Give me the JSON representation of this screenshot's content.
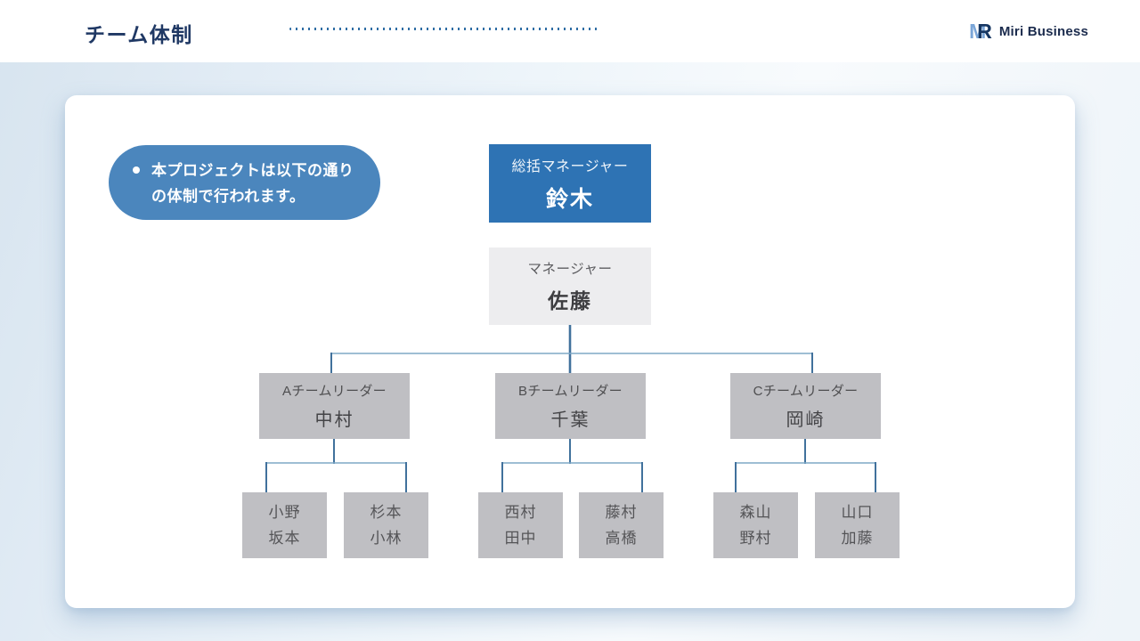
{
  "header": {
    "title": "チーム体制",
    "brand": {
      "monogram": "MR",
      "name": "Miri Business"
    }
  },
  "callout": {
    "lines": [
      "本プロジェクトは以下の通り",
      "の体制で行われます。"
    ]
  },
  "org_chart": {
    "general_manager": {
      "role": "総括マネージャー",
      "name": "鈴木"
    },
    "manager": {
      "role": "マネージャー",
      "name": "佐藤"
    },
    "leaders": [
      {
        "role": "Aチームリーダー",
        "name": "中村"
      },
      {
        "role": "Bチームリーダー",
        "name": "千葉"
      },
      {
        "role": "Cチームリーダー",
        "name": "岡崎"
      }
    ],
    "members": [
      {
        "names": [
          "小野",
          "坂本"
        ]
      },
      {
        "names": [
          "杉本",
          "小林"
        ]
      },
      {
        "names": [
          "西村",
          "田中"
        ]
      },
      {
        "names": [
          "藤村",
          "高橋"
        ]
      },
      {
        "names": [
          "森山",
          "野村"
        ]
      },
      {
        "names": [
          "山口",
          "加藤"
        ]
      }
    ]
  },
  "colors": {
    "accent_blue": "#2e73b4",
    "callout_blue": "#4b86bd",
    "title_navy": "#1f3864",
    "node_gray": "#bfbfc3",
    "node_light": "#ededef",
    "connector": "#41719c"
  }
}
